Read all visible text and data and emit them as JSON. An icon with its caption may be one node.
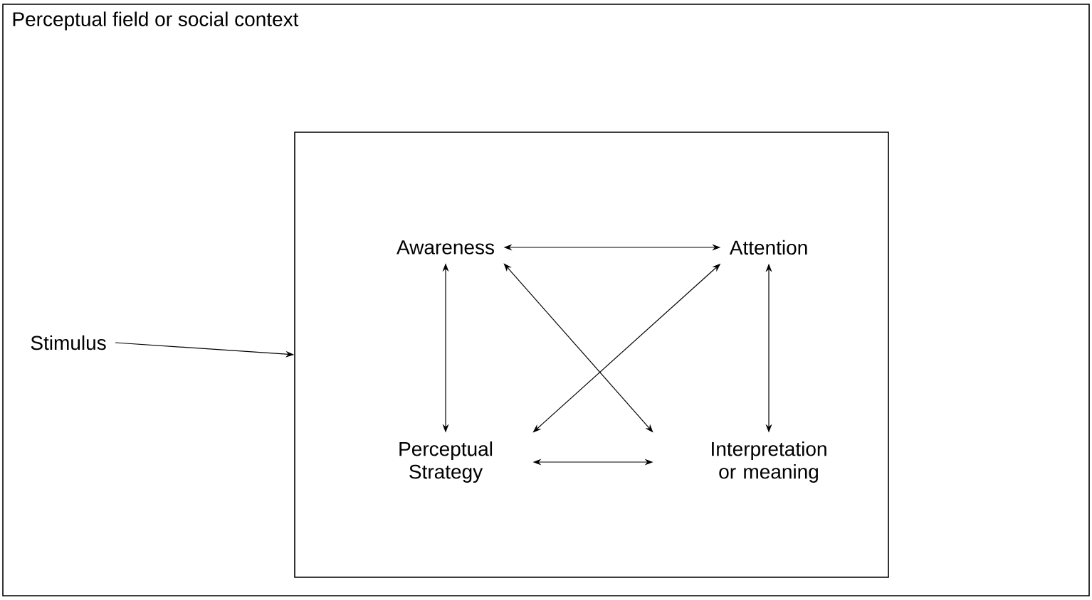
{
  "diagram": {
    "nodes": [
      {
        "text": [
          "Perceptual field or social context"
        ]
      },
      {
        "text": [],
        "shape": "box",
        "in": 0
      },
      {
        "text": [
          "Awareness"
        ],
        "in": 1
      },
      {
        "text": [
          "Attention"
        ],
        "in": 1
      },
      {
        "text": [
          "Perceptual Strategy"
        ],
        "in": 1
      },
      {
        "text": [
          "Interpretation or meaning"
        ],
        "in": 1
      },
      {
        "text": [
          "Stimulus"
        ],
        "in": 0
      }
    ],
    "edges": [
      {
        "from": 2,
        "to": 3,
        "arrow": "both"
      },
      {
        "from": 2,
        "to": 4,
        "arrow": "both"
      },
      {
        "from": 3,
        "to": 5,
        "arrow": "both"
      },
      {
        "from": 3,
        "to": 4,
        "arrow": "both"
      },
      {
        "from": 2,
        "to": 5,
        "arrow": "both"
      },
      {
        "from": 4,
        "to": 5,
        "arrow": "both"
      },
      {
        "from": 6,
        "to": 1,
        "arrow": "to"
      }
    ]
  }
}
